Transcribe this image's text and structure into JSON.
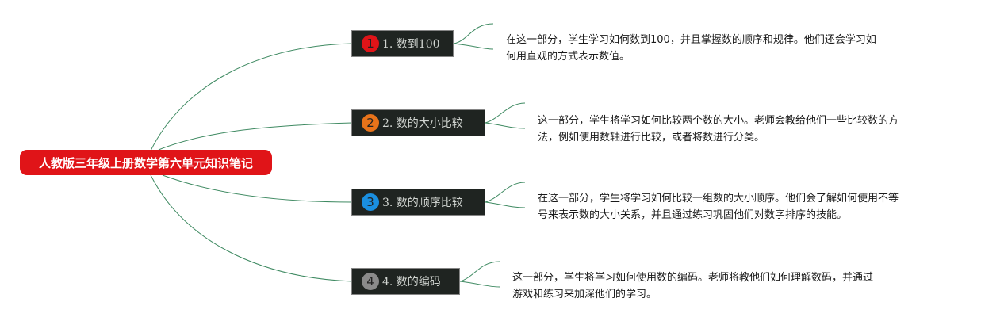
{
  "root": {
    "label": "人教版三年级上册数学第六单元知识笔记",
    "color": "#e01418"
  },
  "topics": [
    {
      "number": "1",
      "title": "1. 数到100",
      "badge_color": "#e01418",
      "description": [
        "在这一部分，学生学习如何数到100，并且掌握数的顺序和规律。他们还会学习如",
        "何用直观的方式表示数值。"
      ]
    },
    {
      "number": "2",
      "title": "2. 数的大小比较",
      "badge_color": "#e8731a",
      "description": [
        "这一部分，学生将学习如何比较两个数的大小。老师会教给他们一些比较数的方",
        "法，例如使用数轴进行比较，或者将数进行分类。"
      ]
    },
    {
      "number": "3",
      "title": "3. 数的顺序比较",
      "badge_color": "#1a8fe0",
      "description": [
        "在这一部分，学生将学习如何比较一组数的大小顺序。他们会了解如何使用不等",
        "号来表示数的大小关系，并且通过练习巩固他们对数字排序的技能。"
      ]
    },
    {
      "number": "4",
      "title": "4. 数的编码",
      "badge_color": "#8a8a8a",
      "description": [
        "这一部分，学生将学习如何使用数的编码。老师将教他们如何理解数码，并通过",
        "游戏和练习来加深他们的学习。"
      ]
    }
  ],
  "line_color": "#3f8a62"
}
